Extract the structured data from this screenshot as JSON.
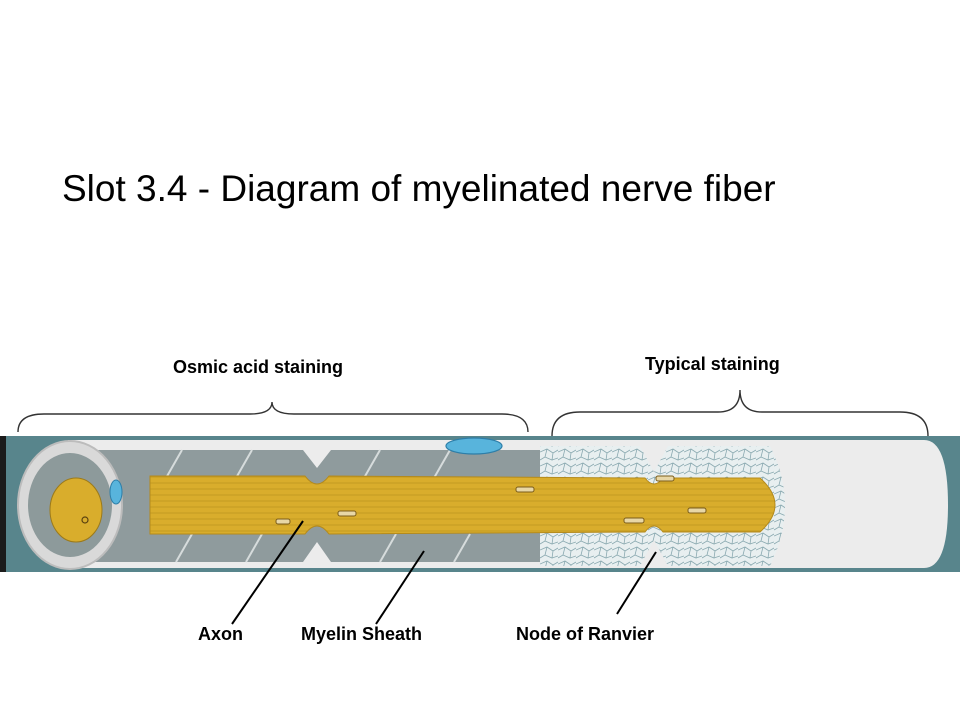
{
  "title": "Slot 3.4 - Diagram of myelinated nerve fiber",
  "brackets": {
    "osmic": "Osmic acid staining",
    "typical": "Typical staining"
  },
  "parts": {
    "axon": "Axon",
    "myelin": "Myelin Sheath",
    "node": "Node of Ranvier"
  },
  "colors": {
    "axon": "#d9ad2c",
    "myelin_osmic": "#8f9b9d",
    "myelin_typical": "#e9f0f0",
    "schwann_nucleus": "#58b4dc",
    "tube": "#eeeeee"
  }
}
